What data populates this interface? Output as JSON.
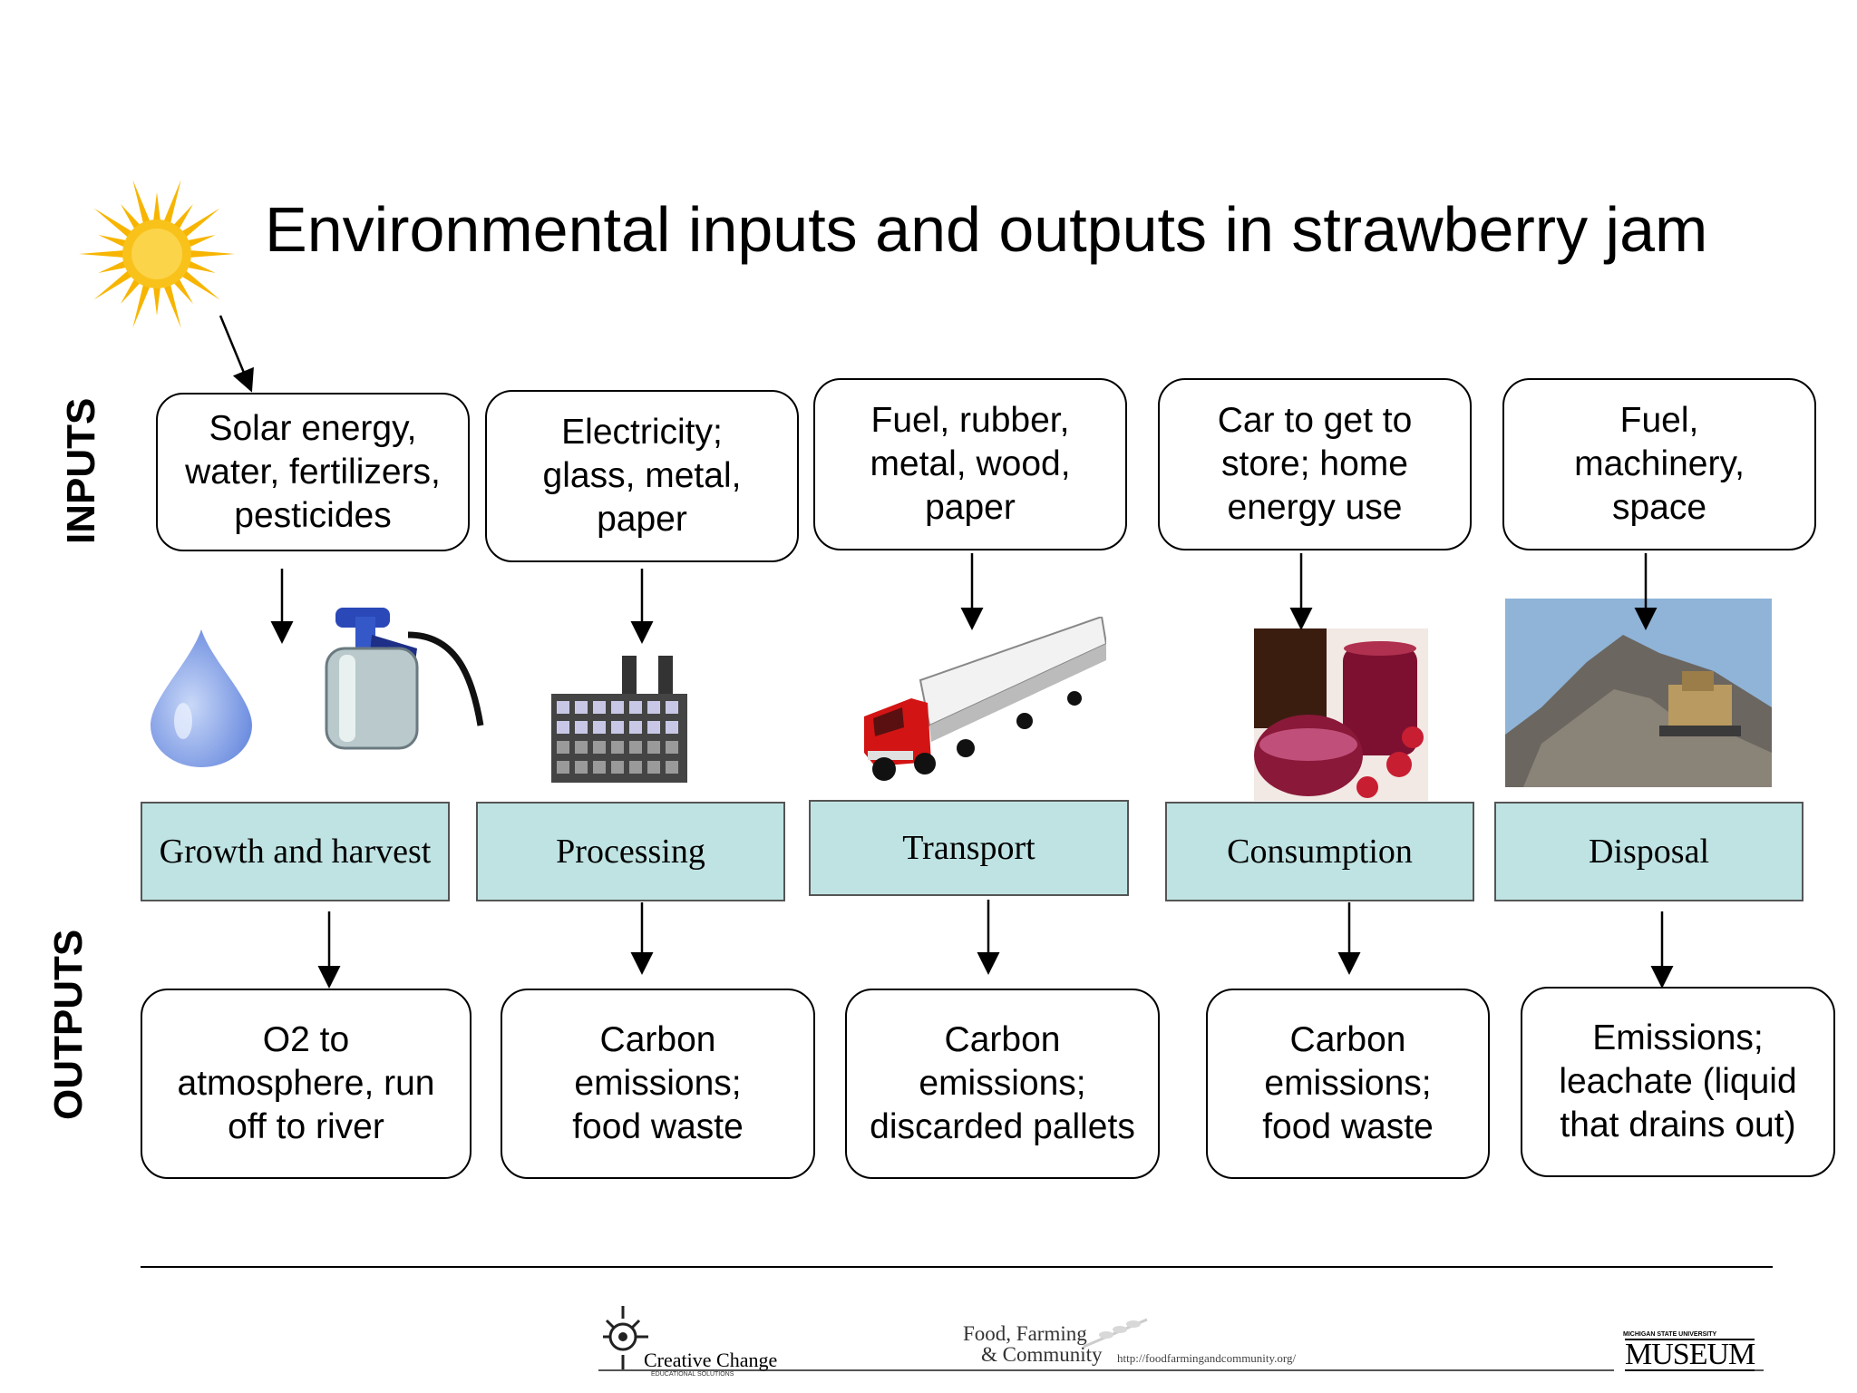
{
  "title": "Environmental inputs and outputs in strawberry jam",
  "side_labels": {
    "inputs": "INPUTS",
    "outputs": "OUTPUTS"
  },
  "colors": {
    "stage_fill": "#bfe3e3",
    "sun": "#f7b500",
    "truck": "#d31414"
  },
  "inputs": [
    "Solar energy,\nwater, fertilizers,\npesticides",
    "Electricity;\nglass, metal,\npaper",
    "Fuel, rubber,\nmetal, wood,\npaper",
    "Car to get to\nstore; home\nenergy use",
    "Fuel,\nmachinery,\nspace"
  ],
  "stages": [
    "Growth and harvest",
    "Processing",
    "Transport",
    "Consumption",
    "Disposal"
  ],
  "outputs": [
    "O2 to\natmosphere, run\noff to river",
    "Carbon\nemissions;\nfood waste",
    "Carbon\nemissions;\ndiscarded pallets",
    "Carbon\nemissions;\nfood waste",
    "Emissions;\nleachate (liquid\nthat drains out)"
  ],
  "icons": [
    "sun-icon",
    "water-drop-icon",
    "oil-can-icon",
    "factory-icon",
    "truck-icon",
    "jam-jars-icon",
    "landfill-bulldozer-icon"
  ],
  "footer": {
    "creative_change": "Creative Change",
    "creative_change_sub": "EDUCATIONAL SOLUTIONS",
    "food_farming_1": "Food, Farming",
    "food_farming_2": "& Community",
    "url": "http://foodfarmingandcommunity.org/",
    "museum_top": "MICHIGAN STATE UNIVERSITY",
    "museum": "MUSEUM"
  }
}
